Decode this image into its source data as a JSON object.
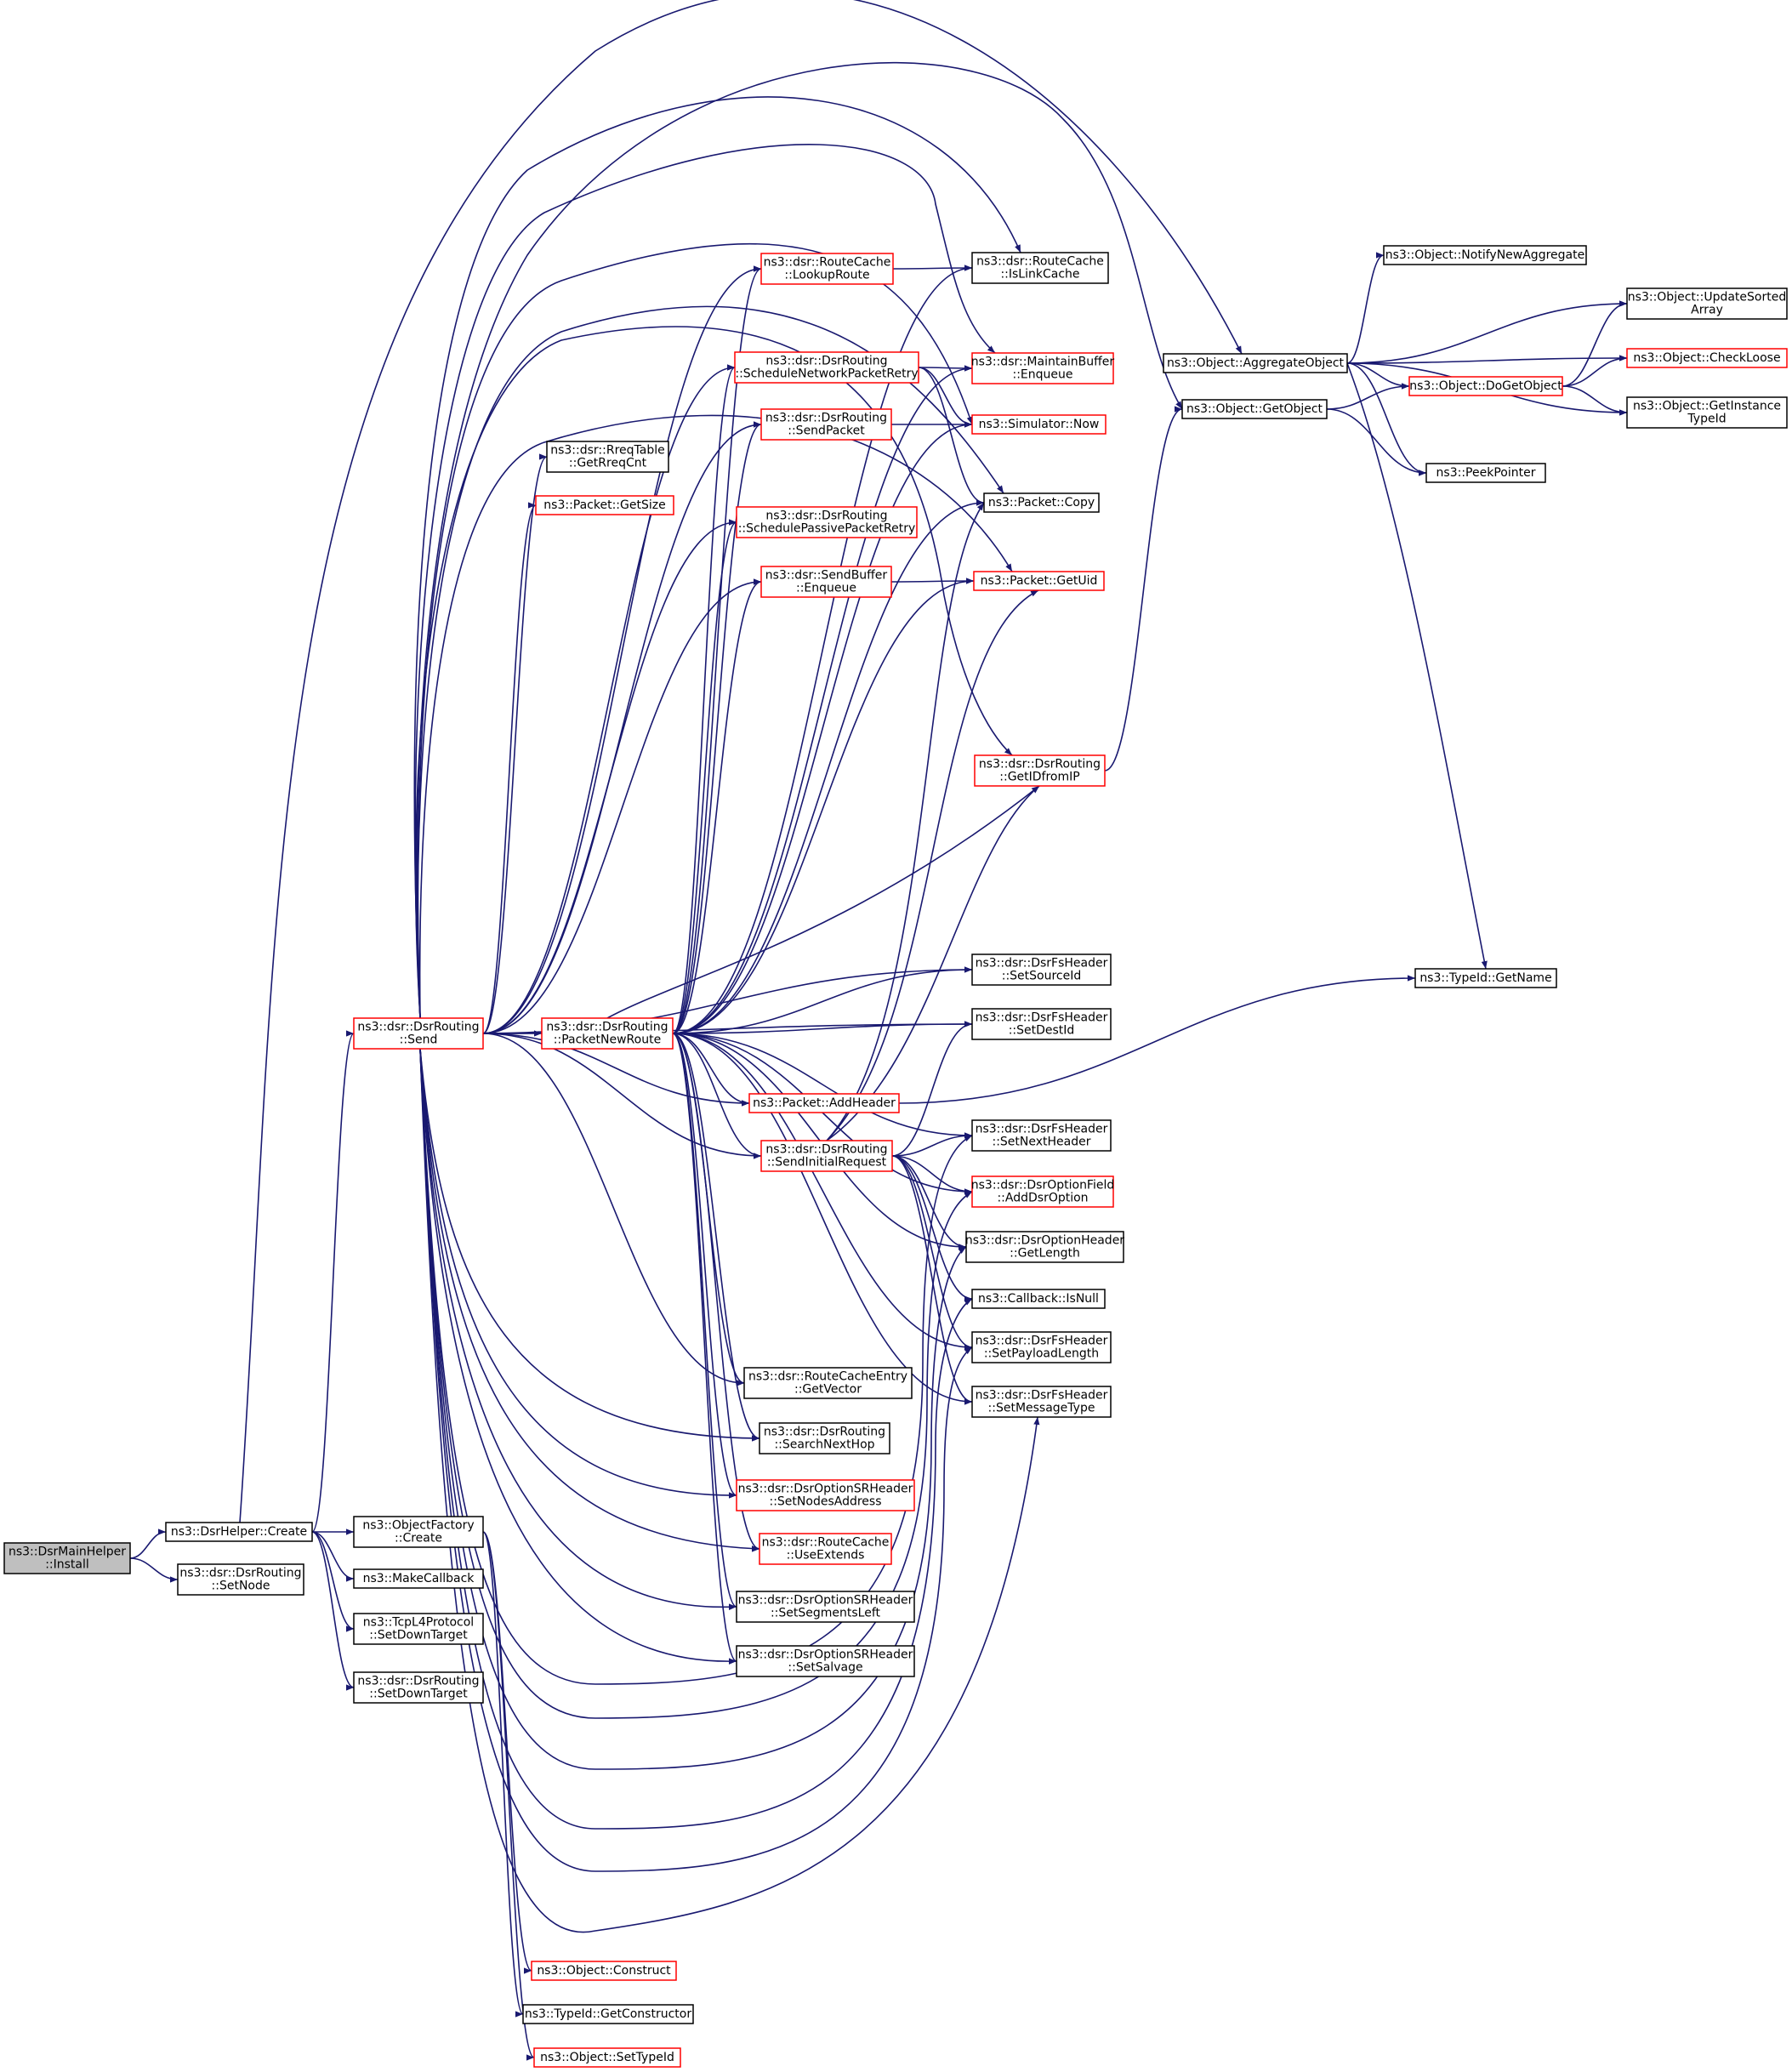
{
  "colors": {
    "edge": "#191970",
    "border_normal": "#000000",
    "border_truncated": "#ff0000",
    "fill_root": "#bfbfbf",
    "fill_normal": "#ffffff"
  },
  "nodes": [
    {
      "id": "dsrmainhelper_install",
      "lines": [
        "ns3::DsrMainHelper",
        "::Install"
      ],
      "style": "root"
    },
    {
      "id": "dsrhelper_create",
      "lines": [
        "ns3::DsrHelper::Create"
      ],
      "style": "normal"
    },
    {
      "id": "dsrrouting_setnode",
      "lines": [
        "ns3::dsr::DsrRouting",
        "::SetNode"
      ],
      "style": "normal"
    },
    {
      "id": "dsrrouting_send",
      "lines": [
        "ns3::dsr::DsrRouting",
        "::Send"
      ],
      "style": "truncated"
    },
    {
      "id": "objectfactory_create",
      "lines": [
        "ns3::ObjectFactory",
        "::Create"
      ],
      "style": "normal"
    },
    {
      "id": "makecallback",
      "lines": [
        "ns3::MakeCallback"
      ],
      "style": "normal"
    },
    {
      "id": "tcpl4_setdowntarget",
      "lines": [
        "ns3::TcpL4Protocol",
        "::SetDownTarget"
      ],
      "style": "normal"
    },
    {
      "id": "dsrrouting_setdowntarget",
      "lines": [
        "ns3::dsr::DsrRouting",
        "::SetDownTarget"
      ],
      "style": "normal"
    },
    {
      "id": "object_construct",
      "lines": [
        "ns3::Object::Construct"
      ],
      "style": "truncated"
    },
    {
      "id": "typeid_getconstructor",
      "lines": [
        "ns3::TypeId::GetConstructor"
      ],
      "style": "normal"
    },
    {
      "id": "object_settypeid",
      "lines": [
        "ns3::Object::SetTypeId"
      ],
      "style": "truncated"
    },
    {
      "id": "rreqtable_getrreqcnt",
      "lines": [
        "ns3::dsr::RreqTable",
        "::GetRreqCnt"
      ],
      "style": "normal"
    },
    {
      "id": "packet_getsize",
      "lines": [
        "ns3::Packet::GetSize"
      ],
      "style": "truncated"
    },
    {
      "id": "routecache_lookuproute",
      "lines": [
        "ns3::dsr::RouteCache",
        "::LookupRoute"
      ],
      "style": "truncated"
    },
    {
      "id": "dsrrouting_schedulenetworkpacketretry",
      "lines": [
        "ns3::dsr::DsrRouting",
        "::ScheduleNetworkPacketRetry"
      ],
      "style": "truncated"
    },
    {
      "id": "dsrrouting_sendpacket",
      "lines": [
        "ns3::dsr::DsrRouting",
        "::SendPacket"
      ],
      "style": "truncated"
    },
    {
      "id": "dsrrouting_schedulepassivepacketretry",
      "lines": [
        "ns3::dsr::DsrRouting",
        "::SchedulePassivePacketRetry"
      ],
      "style": "truncated"
    },
    {
      "id": "sendbuffer_enqueue",
      "lines": [
        "ns3::dsr::SendBuffer",
        "::Enqueue"
      ],
      "style": "truncated"
    },
    {
      "id": "dsrrouting_packetnewroute",
      "lines": [
        "ns3::dsr::DsrRouting",
        "::PacketNewRoute"
      ],
      "style": "truncated"
    },
    {
      "id": "packet_addheader",
      "lines": [
        "ns3::Packet::AddHeader"
      ],
      "style": "truncated"
    },
    {
      "id": "dsrrouting_sendinitialrequest",
      "lines": [
        "ns3::dsr::DsrRouting",
        "::SendInitialRequest"
      ],
      "style": "truncated"
    },
    {
      "id": "routecacheentry_getvector",
      "lines": [
        "ns3::dsr::RouteCacheEntry",
        "::GetVector"
      ],
      "style": "normal"
    },
    {
      "id": "dsrrouting_searchnexthop",
      "lines": [
        "ns3::dsr::DsrRouting",
        "::SearchNextHop"
      ],
      "style": "normal"
    },
    {
      "id": "dsroptionsrheader_setnodesaddress",
      "lines": [
        "ns3::dsr::DsrOptionSRHeader",
        "::SetNodesAddress"
      ],
      "style": "truncated"
    },
    {
      "id": "routecache_useextends",
      "lines": [
        "ns3::dsr::RouteCache",
        "::UseExtends"
      ],
      "style": "truncated"
    },
    {
      "id": "dsroptionsrheader_setsegmentsleft",
      "lines": [
        "ns3::dsr::DsrOptionSRHeader",
        "::SetSegmentsLeft"
      ],
      "style": "normal"
    },
    {
      "id": "dsroptionsrheader_setsalvage",
      "lines": [
        "ns3::dsr::DsrOptionSRHeader",
        "::SetSalvage"
      ],
      "style": "normal"
    },
    {
      "id": "routecache_islinkcache",
      "lines": [
        "ns3::dsr::RouteCache",
        "::IsLinkCache"
      ],
      "style": "normal"
    },
    {
      "id": "maintainbuffer_enqueue",
      "lines": [
        "ns3::dsr::MaintainBuffer",
        "::Enqueue"
      ],
      "style": "truncated"
    },
    {
      "id": "simulator_now",
      "lines": [
        "ns3::Simulator::Now"
      ],
      "style": "truncated"
    },
    {
      "id": "packet_copy",
      "lines": [
        "ns3::Packet::Copy"
      ],
      "style": "normal"
    },
    {
      "id": "packet_getuid",
      "lines": [
        "ns3::Packet::GetUid"
      ],
      "style": "truncated"
    },
    {
      "id": "dsrrouting_getidfromip",
      "lines": [
        "ns3::dsr::DsrRouting",
        "::GetIDfromIP"
      ],
      "style": "truncated"
    },
    {
      "id": "dsrfsheader_setsourceid",
      "lines": [
        "ns3::dsr::DsrFsHeader",
        "::SetSourceId"
      ],
      "style": "normal"
    },
    {
      "id": "dsrfsheader_setdestid",
      "lines": [
        "ns3::dsr::DsrFsHeader",
        "::SetDestId"
      ],
      "style": "normal"
    },
    {
      "id": "dsrfsheader_setnextheader",
      "lines": [
        "ns3::dsr::DsrFsHeader",
        "::SetNextHeader"
      ],
      "style": "normal"
    },
    {
      "id": "dsroptionfield_adddsroption",
      "lines": [
        "ns3::dsr::DsrOptionField",
        "::AddDsrOption"
      ],
      "style": "truncated"
    },
    {
      "id": "dsroptionheader_getlength",
      "lines": [
        "ns3::dsr::DsrOptionHeader",
        "::GetLength"
      ],
      "style": "normal"
    },
    {
      "id": "callback_isnull",
      "lines": [
        "ns3::Callback::IsNull"
      ],
      "style": "normal"
    },
    {
      "id": "dsrfsheader_setpayloadlength",
      "lines": [
        "ns3::dsr::DsrFsHeader",
        "::SetPayloadLength"
      ],
      "style": "normal"
    },
    {
      "id": "dsrfsheader_setmessagetype",
      "lines": [
        "ns3::dsr::DsrFsHeader",
        "::SetMessageType"
      ],
      "style": "normal"
    },
    {
      "id": "object_aggregateobject",
      "lines": [
        "ns3::Object::AggregateObject"
      ],
      "style": "normal"
    },
    {
      "id": "object_getobject",
      "lines": [
        "ns3::Object::GetObject"
      ],
      "style": "normal"
    },
    {
      "id": "object_notifynewaggregate",
      "lines": [
        "ns3::Object::NotifyNewAggregate"
      ],
      "style": "normal"
    },
    {
      "id": "object_updatesortedarray",
      "lines": [
        "ns3::Object::UpdateSorted",
        "Array"
      ],
      "style": "normal"
    },
    {
      "id": "object_checkloose",
      "lines": [
        "ns3::Object::CheckLoose"
      ],
      "style": "truncated"
    },
    {
      "id": "object_dogetobject",
      "lines": [
        "ns3::Object::DoGetObject"
      ],
      "style": "truncated"
    },
    {
      "id": "object_getinstancetypeid",
      "lines": [
        "ns3::Object::GetInstance",
        "TypeId"
      ],
      "style": "normal"
    },
    {
      "id": "peekpointer",
      "lines": [
        "ns3::PeekPointer"
      ],
      "style": "normal"
    },
    {
      "id": "typeid_getname",
      "lines": [
        "ns3::TypeId::GetName"
      ],
      "style": "normal"
    }
  ],
  "edges": [
    [
      "dsrmainhelper_install",
      "dsrhelper_create"
    ],
    [
      "dsrmainhelper_install",
      "dsrrouting_setnode"
    ],
    [
      "dsrhelper_create",
      "dsrrouting_send"
    ],
    [
      "dsrhelper_create",
      "object_aggregateobject"
    ],
    [
      "dsrhelper_create",
      "objectfactory_create"
    ],
    [
      "dsrhelper_create",
      "makecallback"
    ],
    [
      "dsrhelper_create",
      "tcpl4_setdowntarget"
    ],
    [
      "dsrhelper_create",
      "dsrrouting_setdowntarget"
    ],
    [
      "objectfactory_create",
      "object_construct"
    ],
    [
      "objectfactory_create",
      "typeid_getconstructor"
    ],
    [
      "objectfactory_create",
      "object_settypeid"
    ],
    [
      "dsrrouting_send",
      "object_getobject"
    ],
    [
      "dsrrouting_send",
      "routecache_islinkcache"
    ],
    [
      "dsrrouting_send",
      "maintainbuffer_enqueue"
    ],
    [
      "dsrrouting_send",
      "simulator_now"
    ],
    [
      "dsrrouting_send",
      "packet_copy"
    ],
    [
      "dsrrouting_send",
      "packet_getuid"
    ],
    [
      "dsrrouting_send",
      "routecache_lookuproute"
    ],
    [
      "dsrrouting_send",
      "dsrrouting_schedulenetworkpacketretry"
    ],
    [
      "dsrrouting_send",
      "dsrrouting_sendpacket"
    ],
    [
      "dsrrouting_send",
      "rreqtable_getrreqcnt"
    ],
    [
      "dsrrouting_send",
      "packet_getsize"
    ],
    [
      "dsrrouting_send",
      "dsrrouting_schedulepassivepacketretry"
    ],
    [
      "dsrrouting_send",
      "sendbuffer_enqueue"
    ],
    [
      "dsrrouting_send",
      "dsrrouting_packetnewroute"
    ],
    [
      "dsrrouting_send",
      "dsrfsheader_setsourceid"
    ],
    [
      "dsrrouting_send",
      "dsrfsheader_setdestid"
    ],
    [
      "dsrrouting_send",
      "packet_addheader"
    ],
    [
      "dsrrouting_send",
      "dsrrouting_sendinitialrequest"
    ],
    [
      "dsrrouting_send",
      "dsrfsheader_setnextheader"
    ],
    [
      "dsrrouting_send",
      "dsroptionfield_adddsroption"
    ],
    [
      "dsrrouting_send",
      "dsroptionheader_getlength"
    ],
    [
      "dsrrouting_send",
      "callback_isnull"
    ],
    [
      "dsrrouting_send",
      "dsrfsheader_setpayloadlength"
    ],
    [
      "dsrrouting_send",
      "dsrfsheader_setmessagetype"
    ],
    [
      "dsrrouting_send",
      "routecacheentry_getvector"
    ],
    [
      "dsrrouting_send",
      "dsrrouting_searchnexthop"
    ],
    [
      "dsrrouting_send",
      "dsroptionsrheader_setnodesaddress"
    ],
    [
      "dsrrouting_send",
      "routecache_useextends"
    ],
    [
      "dsrrouting_send",
      "dsroptionsrheader_setsegmentsleft"
    ],
    [
      "dsrrouting_send",
      "dsroptionsrheader_setsalvage"
    ],
    [
      "dsrrouting_send",
      "dsrrouting_getidfromip"
    ],
    [
      "dsrrouting_packetnewroute",
      "routecache_lookuproute"
    ],
    [
      "dsrrouting_packetnewroute",
      "dsrrouting_schedulenetworkpacketretry"
    ],
    [
      "dsrrouting_packetnewroute",
      "dsrrouting_sendpacket"
    ],
    [
      "dsrrouting_packetnewroute",
      "dsrrouting_schedulepassivepacketretry"
    ],
    [
      "dsrrouting_packetnewroute",
      "sendbuffer_enqueue"
    ],
    [
      "dsrrouting_packetnewroute",
      "routecache_islinkcache"
    ],
    [
      "dsrrouting_packetnewroute",
      "maintainbuffer_enqueue"
    ],
    [
      "dsrrouting_packetnewroute",
      "simulator_now"
    ],
    [
      "dsrrouting_packetnewroute",
      "packet_copy"
    ],
    [
      "dsrrouting_packetnewroute",
      "packet_getuid"
    ],
    [
      "dsrrouting_packetnewroute",
      "dsrrouting_getidfromip"
    ],
    [
      "dsrrouting_packetnewroute",
      "dsrfsheader_setsourceid"
    ],
    [
      "dsrrouting_packetnewroute",
      "dsrfsheader_setdestid"
    ],
    [
      "dsrrouting_packetnewroute",
      "packet_addheader"
    ],
    [
      "dsrrouting_packetnewroute",
      "dsrrouting_sendinitialrequest"
    ],
    [
      "dsrrouting_packetnewroute",
      "dsrfsheader_setnextheader"
    ],
    [
      "dsrrouting_packetnewroute",
      "dsroptionfield_adddsroption"
    ],
    [
      "dsrrouting_packetnewroute",
      "dsroptionheader_getlength"
    ],
    [
      "dsrrouting_packetnewroute",
      "dsrfsheader_setpayloadlength"
    ],
    [
      "dsrrouting_packetnewroute",
      "dsrfsheader_setmessagetype"
    ],
    [
      "dsrrouting_packetnewroute",
      "routecacheentry_getvector"
    ],
    [
      "dsrrouting_packetnewroute",
      "dsrrouting_searchnexthop"
    ],
    [
      "dsrrouting_packetnewroute",
      "dsroptionsrheader_setnodesaddress"
    ],
    [
      "dsrrouting_packetnewroute",
      "routecache_useextends"
    ],
    [
      "dsrrouting_packetnewroute",
      "dsroptionsrheader_setsegmentsleft"
    ],
    [
      "dsrrouting_packetnewroute",
      "dsroptionsrheader_setsalvage"
    ],
    [
      "dsrrouting_sendinitialrequest",
      "packet_copy"
    ],
    [
      "dsrrouting_sendinitialrequest",
      "packet_getuid"
    ],
    [
      "dsrrouting_sendinitialrequest",
      "dsrrouting_getidfromip"
    ],
    [
      "dsrrouting_sendinitialrequest",
      "dsrfsheader_setdestid"
    ],
    [
      "dsrrouting_sendinitialrequest",
      "dsrfsheader_setnextheader"
    ],
    [
      "dsrrouting_sendinitialrequest",
      "dsroptionfield_adddsroption"
    ],
    [
      "dsrrouting_sendinitialrequest",
      "dsroptionheader_getlength"
    ],
    [
      "dsrrouting_sendinitialrequest",
      "callback_isnull"
    ],
    [
      "dsrrouting_sendinitialrequest",
      "dsrfsheader_setpayloadlength"
    ],
    [
      "dsrrouting_sendinitialrequest",
      "dsrfsheader_setmessagetype"
    ],
    [
      "routecache_lookuproute",
      "routecache_islinkcache"
    ],
    [
      "dsrrouting_schedulenetworkpacketretry",
      "maintainbuffer_enqueue"
    ],
    [
      "dsrrouting_schedulenetworkpacketretry",
      "simulator_now"
    ],
    [
      "dsrrouting_schedulenetworkpacketretry",
      "packet_copy"
    ],
    [
      "dsrrouting_sendpacket",
      "simulator_now"
    ],
    [
      "sendbuffer_enqueue",
      "packet_getuid"
    ],
    [
      "packet_addheader",
      "typeid_getname"
    ],
    [
      "dsrrouting_getidfromip",
      "object_getobject"
    ],
    [
      "object_aggregateobject",
      "object_notifynewaggregate"
    ],
    [
      "object_aggregateobject",
      "object_updatesortedarray"
    ],
    [
      "object_aggregateobject",
      "object_checkloose"
    ],
    [
      "object_aggregateobject",
      "object_dogetobject"
    ],
    [
      "object_aggregateobject",
      "object_getinstancetypeid"
    ],
    [
      "object_aggregateobject",
      "peekpointer"
    ],
    [
      "object_aggregateobject",
      "typeid_getname"
    ],
    [
      "object_getobject",
      "object_dogetobject"
    ],
    [
      "object_getobject",
      "peekpointer"
    ],
    [
      "object_dogetobject",
      "object_updatesortedarray"
    ],
    [
      "object_dogetobject",
      "object_checkloose"
    ],
    [
      "object_dogetobject",
      "object_getinstancetypeid"
    ]
  ]
}
